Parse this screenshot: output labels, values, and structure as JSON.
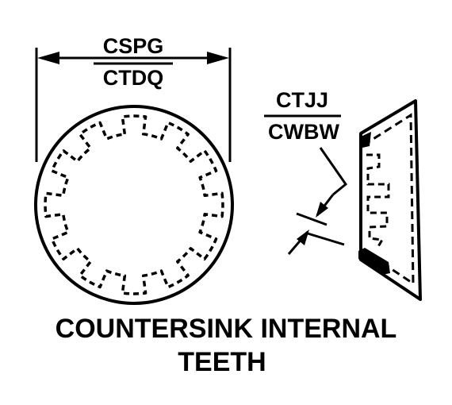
{
  "diagram": {
    "dimension_diameter": {
      "top_code": "CSPG",
      "bottom_code": "CTDQ"
    },
    "dimension_thickness": {
      "top_code": "CTJJ",
      "bottom_code": "CWBW"
    },
    "caption": {
      "line1": "COUNTERSINK INTERNAL",
      "line2": "TEETH"
    },
    "colors": {
      "line": "#000000",
      "background": "#ffffff"
    }
  }
}
